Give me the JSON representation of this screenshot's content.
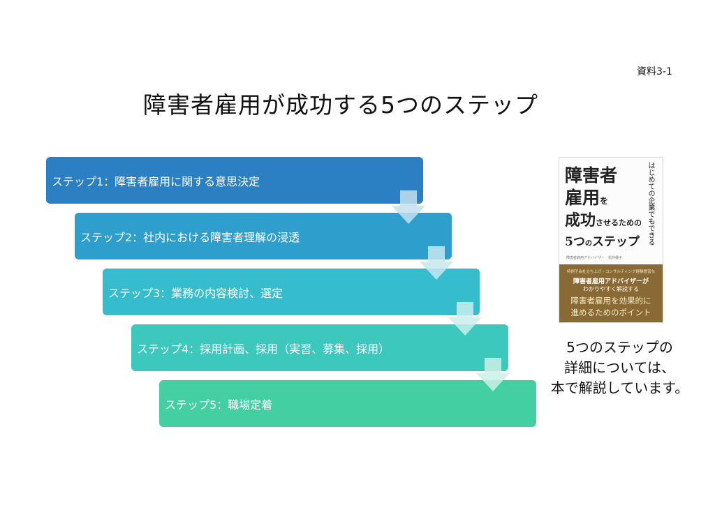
{
  "header": {
    "doc_ref": "資料3-1",
    "title": "障害者雇用が成功する5つのステップ"
  },
  "steps": [
    {
      "label": "ステップ1：障害者雇用に関する意思決定",
      "color": "#2b7fc3"
    },
    {
      "label": "ステップ2：社内における障害者理解の浸透",
      "color": "#2e9fcc"
    },
    {
      "label": "ステップ3：業務の内容検討、選定",
      "color": "#35bccd"
    },
    {
      "label": "ステップ4：採用計画、採用（実習、募集、採用）",
      "color": "#3cc8bc"
    },
    {
      "label": "ステップ5：職場定着",
      "color": "#44cfa2"
    }
  ],
  "book": {
    "title_line1": "障害者",
    "title_line2_main": "雇用",
    "title_line2_small": "を",
    "title_line3_main": "成功",
    "title_line3_small": "させるための",
    "title_line4_main": "5つ",
    "title_line4_small": "の",
    "title_line4_rest": "ステップ",
    "vertical_subtitle": "はじめての企業でもできる",
    "author_line": "障害者雇用アドバイザー　松井優子",
    "band_line1": "特例子会社立ち上げ・コンサルティング経験豊富な",
    "band_line2": "障害者雇用アドバイザーが",
    "band_line3": "わかりやすく解説する",
    "band_line4": "障害者雇用を効果的に",
    "band_line5": "進めるためのポイント",
    "band_color": "#8a6a34"
  },
  "caption": {
    "line1": "5つのステップの",
    "line2": "詳細については、",
    "line3": "本で解説しています。"
  }
}
